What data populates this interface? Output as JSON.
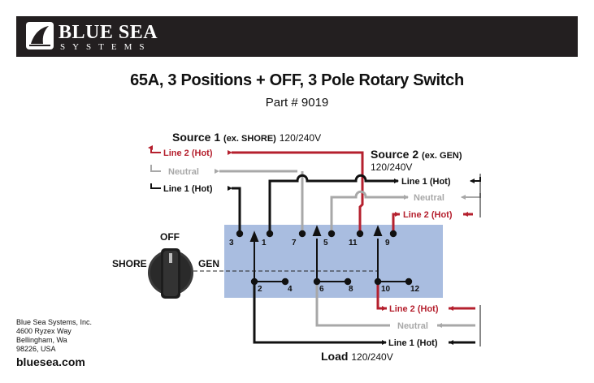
{
  "brand": {
    "name": "BLUE SEA",
    "sub": "SYSTEMS"
  },
  "title": "65A, 3 Positions + OFF, 3 Pole Rotary Switch",
  "part": "Part # 9019",
  "colors": {
    "hot": "#b5202e",
    "neutral": "#a8a8a8",
    "line1": "#111111",
    "panel": "#a9bde0",
    "header": "#231f20"
  },
  "source1": {
    "name": "Source 1",
    "note": "(ex. SHORE)",
    "voltage": "120/240V"
  },
  "source2": {
    "name": "Source 2",
    "note": "(ex. GEN)",
    "voltage": "120/240V"
  },
  "load": {
    "name": "Load",
    "voltage": "120/240V"
  },
  "wires": {
    "line2": "Line 2 (Hot)",
    "neutral": "Neutral",
    "line1": "Line 1 (Hot)"
  },
  "switch": {
    "off": "OFF",
    "shore": "SHORE",
    "gen": "GEN"
  },
  "terminals": {
    "t1": "1",
    "t2": "2",
    "t3": "3",
    "t4": "4",
    "t5": "5",
    "t6": "6",
    "t7": "7",
    "t8": "8",
    "t9": "9",
    "t10": "10",
    "t11": "11",
    "t12": "12"
  },
  "company": {
    "name": "Blue Sea Systems, Inc.",
    "street": "4600 Ryzex Way",
    "city": "Bellingham, Wa",
    "zip": "98226, USA",
    "website": "bluesea.com"
  }
}
